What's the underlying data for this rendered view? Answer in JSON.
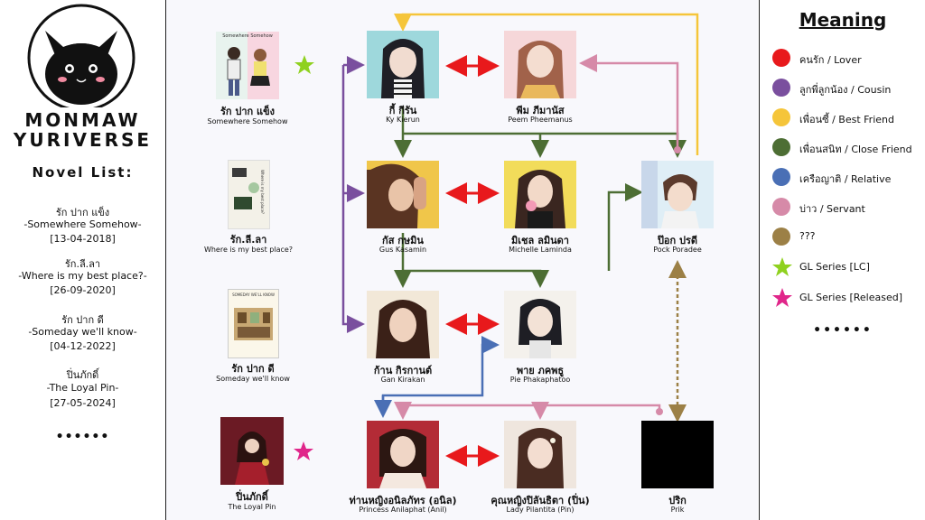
{
  "brand": {
    "line1": "MONMAW",
    "line2": "YURIVERSE"
  },
  "novel_list": {
    "heading": "Novel List:",
    "items": [
      {
        "thai": "รัก ปาก แข็ง",
        "english": "-Somewhere Somehow-",
        "date": "[13-04-2018]"
      },
      {
        "thai": "รัก.ลี.ลา",
        "english": "-Where is my best place?-",
        "date": "[26-09-2020]"
      },
      {
        "thai": "รัก ปาก ดี",
        "english": "-Someday we'll know-",
        "date": "[04-12-2022]"
      },
      {
        "thai": "ปิ่นภักดิ์",
        "english": "-The Loyal Pin-",
        "date": "[27-05-2024]"
      }
    ],
    "ellipsis": "••••••"
  },
  "novels": [
    {
      "thai": "รัก ปาก แข็ง",
      "english": "Somewhere Somehow",
      "cover_text": "Somewhere Somehow",
      "badge": "GL Series [LC]"
    },
    {
      "thai": "รัก.ลี.ลา",
      "english": "Where is my best place?",
      "cover_text": "Where is my best place?",
      "badge": ""
    },
    {
      "thai": "รัก ปาก ดี",
      "english": "Someday we'll know",
      "cover_text": "SOMEDAY WE'LL KNOW",
      "badge": ""
    },
    {
      "thai": "ปิ่นภักดิ์",
      "english": "The Loyal Pin",
      "cover_text": "",
      "badge": "GL Series [Released]"
    }
  ],
  "characters": [
    {
      "thai": "กี้ กีรัน",
      "english": "Ky Kierun"
    },
    {
      "thai": "พีม ภีมานัส",
      "english": "Peem Pheemanus"
    },
    {
      "thai": "กัส กษมิน",
      "english": "Gus Kasamin"
    },
    {
      "thai": "มิเชล ลมินดา",
      "english": "Michelle Laminda"
    },
    {
      "thai": "ป๊อก ปรดี",
      "english": "Pock Poradee"
    },
    {
      "thai": "ก้าน กิรกานต์",
      "english": "Gan Kirakan"
    },
    {
      "thai": "พาย ภคพธู",
      "english": "Pie Phakaphatoo"
    },
    {
      "thai": "ท่านหญิงอนิลภัทร (อนิล)",
      "english": "Princess Anilaphat (Anil)"
    },
    {
      "thai": "คุณหญิงปิลันธิตา (ปิ่น)",
      "english": "Lady Pilantita (Pin)"
    },
    {
      "thai": "ปริก",
      "english": "Prik"
    }
  ],
  "legend": {
    "title": "Meaning",
    "items": [
      {
        "label": "คนรัก / Lover",
        "color": "#e8191c",
        "shape": "dot"
      },
      {
        "label": "ลูกพี่ลูกน้อง / Cousin",
        "color": "#7a4f9e",
        "shape": "dot"
      },
      {
        "label": "เพื่อนซี้ / Best Friend",
        "color": "#f5c53a",
        "shape": "dot"
      },
      {
        "label": "เพื่อนสนิท / Close Friend",
        "color": "#4d6e34",
        "shape": "dot"
      },
      {
        "label": "เครือญาติ / Relative",
        "color": "#4a6fb5",
        "shape": "dot"
      },
      {
        "label": "บ่าว / Servant",
        "color": "#d68aa8",
        "shape": "dot"
      },
      {
        "label": "???",
        "color": "#9c8046",
        "shape": "dot"
      },
      {
        "label": "GL Series [LC]",
        "color": "#8fd11f",
        "shape": "star"
      },
      {
        "label": "GL Series [Released]",
        "color": "#e0268a",
        "shape": "star"
      }
    ],
    "ellipsis": "••••••"
  },
  "colors": {
    "lover": "#e8191c",
    "cousin": "#7a4f9e",
    "best_friend": "#f5c53a",
    "close_friend": "#4d6e34",
    "relative": "#4a6fb5",
    "servant": "#d68aa8",
    "unknown": "#9c8046"
  }
}
